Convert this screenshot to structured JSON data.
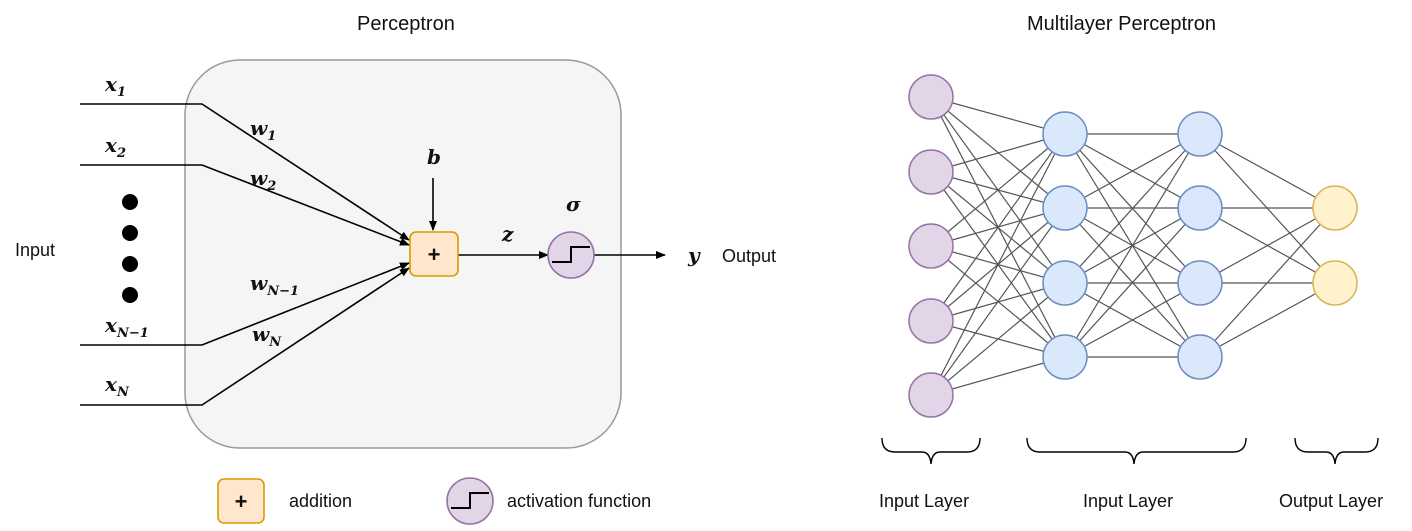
{
  "perceptron": {
    "title": "Perceptron",
    "input_label": "Input",
    "output_label": "Output",
    "inputs": [
      {
        "var": "x",
        "sub": "1"
      },
      {
        "var": "x",
        "sub": "2"
      },
      {
        "var": "x",
        "sub": "N−1"
      },
      {
        "var": "x",
        "sub": "N"
      }
    ],
    "weights": [
      {
        "var": "w",
        "sub": "1"
      },
      {
        "var": "w",
        "sub": "2"
      },
      {
        "var": "w",
        "sub": "N−1"
      },
      {
        "var": "w",
        "sub": "N"
      }
    ],
    "bias": "b",
    "sum_output": "z",
    "activation": "σ",
    "output_var": "y",
    "sum_symbol": "+"
  },
  "legend": {
    "addition_symbol": "+",
    "addition_label": "addition",
    "activation_label": "activation function"
  },
  "mlp": {
    "title": "Multilayer Perceptron",
    "layers": [
      {
        "label": "Input Layer",
        "nodes": 5
      },
      {
        "label": "Input Layer",
        "nodes": 4
      },
      {
        "label": "Input Layer",
        "nodes": 4
      },
      {
        "label": "Output Layer",
        "nodes": 2
      }
    ],
    "bracket_labels": [
      "Input Layer",
      "Input Layer",
      "Output Layer"
    ]
  },
  "colors": {
    "box_fill": "#f5f5f5",
    "box_stroke": "#999999",
    "sum_fill": "#ffe6cc",
    "sum_stroke": "#d79b00",
    "activation_fill": "#e1d5e7",
    "activation_stroke": "#9673a6",
    "hidden_fill": "#dae8fc",
    "hidden_stroke": "#6c8ebf",
    "output_fill": "#fff2cc",
    "output_stroke": "#d6b656",
    "edge": "#555555"
  }
}
